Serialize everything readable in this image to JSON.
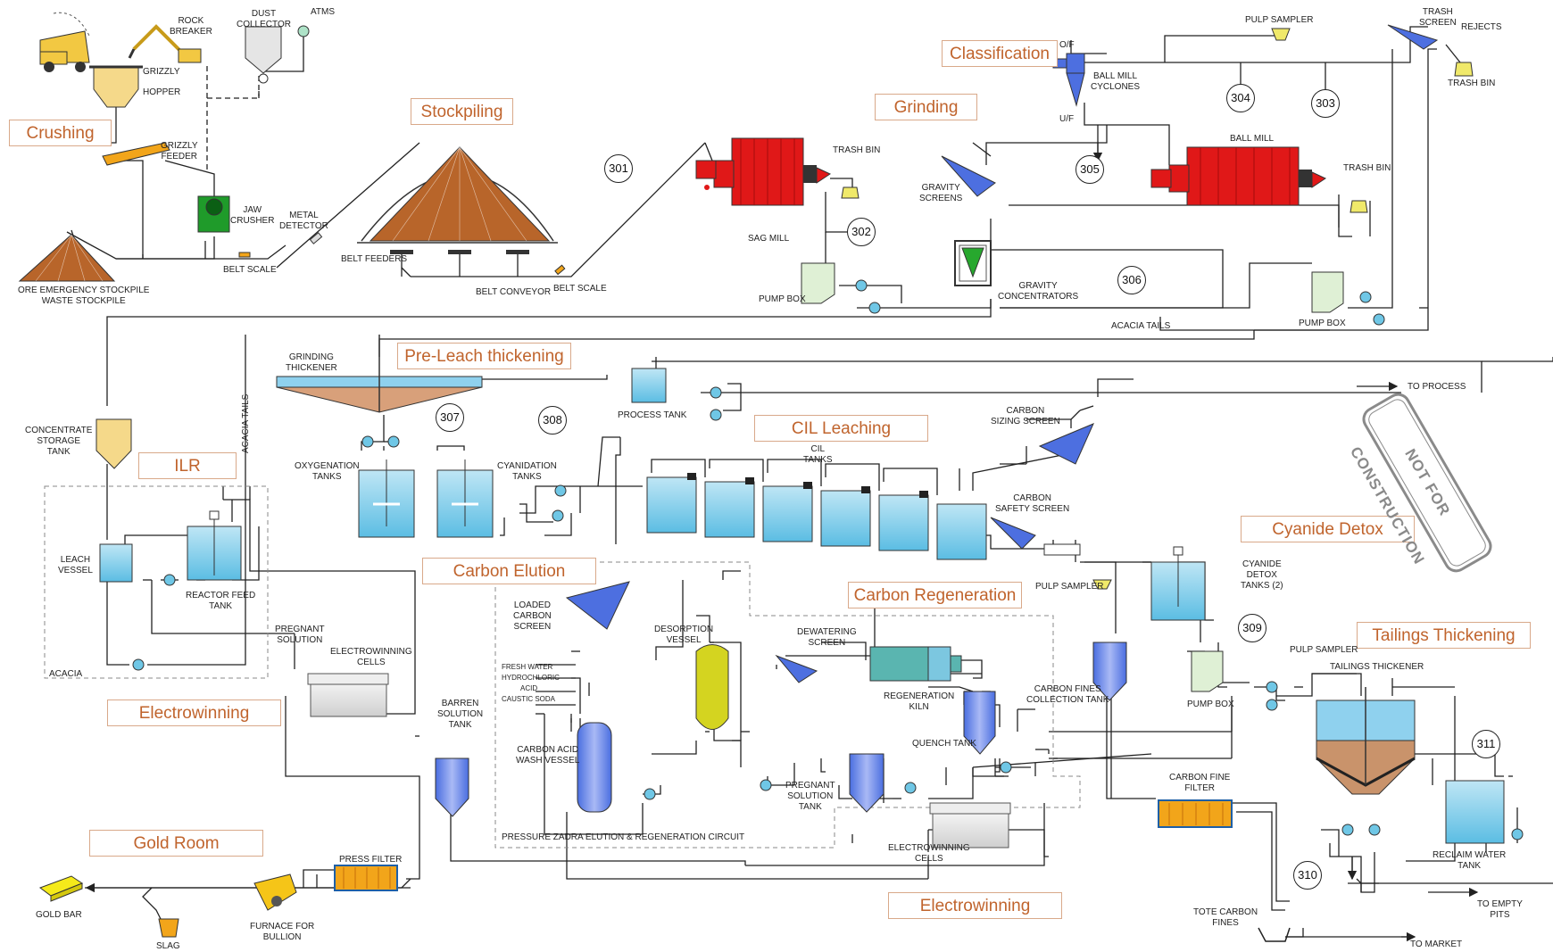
{
  "sections": {
    "crushing": "Crushing",
    "stockpiling": "Stockpiling",
    "grinding": "Grinding",
    "classification": "Classification",
    "preleach": "Pre-Leach thickening",
    "cil": "CIL Leaching",
    "ilr": "ILR",
    "carbon_elution": "Carbon Elution",
    "carbon_regen": "Carbon Regeneration",
    "cyanide_detox": "Cyanide Detox",
    "tailings": "Tailings Thickening",
    "electrowinning1": "Electrowinning",
    "electrowinning2": "Electrowinning",
    "gold_room": "Gold Room"
  },
  "labels": {
    "rock_breaker": "ROCK\nBREAKER",
    "grizzly": "GRIZZLY",
    "hopper": "HOPPER",
    "dust_collector": "DUST\nCOLLECTOR",
    "atms": "ATMS",
    "grizzly_feeder": "GRIZZLY\nFEEDER",
    "jaw_crusher": "JAW\nCRUSHER",
    "metal_detector": "METAL\nDETECTOR",
    "belt_scale_1": "BELT SCALE",
    "ore_stockpile": "ORE EMERGENCY STOCKPILE\nWASTE STOCKPILE",
    "belt_feeders": "BELT FEEDERS",
    "belt_conveyor": "BELT CONVEYOR",
    "belt_scale_2": "BELT SCALE",
    "sag_mill": "SAG MILL",
    "trash_bin_1": "TRASH BIN",
    "pump_box_1": "PUMP BOX",
    "gravity_screens": "GRAVITY\nSCREENS",
    "gravity_concentrators": "GRAVITY\nCONCENTRATORS",
    "ball_mill_cyclones": "BALL MILL\nCYCLONES",
    "of": "O/F",
    "uf": "U/F",
    "ball_mill": "BALL MILL",
    "trash_bin_2": "TRASH BIN",
    "pump_box_2": "PUMP BOX",
    "acacia_tails_h": "ACACIA TAILS",
    "pulp_sampler_1": "PULP SAMPLER",
    "trash_screen": "TRASH\nSCREEN",
    "rejects": "REJECTS",
    "trash_bin_3": "TRASH BIN",
    "grinding_thickener": "GRINDING\nTHICKENER",
    "process_tank": "PROCESS TANK",
    "to_process": "TO PROCESS",
    "concentrate_storage": "CONCENTRATE\nSTORAGE\nTANK",
    "acacia_tails_v": "ACACIA TAILS",
    "oxygenation_tanks": "OXYGENATION\nTANKS",
    "cyanidation_tanks": "CYANIDATION\nTANKS",
    "cil_tanks": "CIL\nTANKS",
    "carbon_sizing_screen": "CARBON\nSIZING SCREEN",
    "carbon_safety_screen": "CARBON\nSAFETY SCREEN",
    "pulp_sampler_2": "PULP SAMPLER",
    "cyanide_detox_tanks": "CYANIDE\nDETOX\nTANKS (2)",
    "leach_vessel": "LEACH\nVESSEL",
    "reactor_feed_tank": "REACTOR FEED\nTANK",
    "acacia": "ACACIA",
    "pregnant_solution_1": "PREGNANT\nSOLUTION",
    "electrowinning_cells_1": "ELECTROWINNING\nCELLS",
    "loaded_carbon_screen": "LOADED\nCARBON\nSCREEN",
    "fresh_water": "FRESH WATER",
    "hydrochloric": "HYDROCHLORIC",
    "acid": "ACID",
    "caustic_soda": "CAUSTIC SODA",
    "carbon_acid_wash": "CARBON ACID\nWASH VESSEL",
    "desorption_vessel": "DESORPTION\nVESSEL",
    "barren_solution_tank": "BARREN\nSOLUTION\nTANK",
    "dewatering_screen": "DEWATERING\nSCREEN",
    "regeneration_kiln": "REGENERATION\nKILN",
    "quench_tank": "QUENCH TANK",
    "pregnant_solution_tank": "PREGNANT\nSOLUTION\nTANK",
    "electrowinning_cells_2": "ELECTROWINNING\nCELLS",
    "pressure_zadra": "PRESSURE ZADRA ELUTION & REGENERATION CIRCUIT",
    "carbon_fines_collection": "CARBON FINES\nCOLLECTION TANK",
    "carbon_fine_filter": "CARBON FINE\nFILTER",
    "tote_carbon_fines": "TOTE CARBON\nFINES",
    "to_market": "TO MARKET",
    "pump_box_3": "PUMP BOX",
    "pulp_sampler_3": "PULP SAMPLER",
    "tailings_thickener": "TAILINGS THICKENER",
    "reclaim_water_tank": "RECLAIM WATER\nTANK",
    "to_empty_pits": "TO EMPTY\nPITS",
    "gold_bar": "GOLD BAR",
    "slag": "SLAG",
    "furnace": "FURNACE FOR\nBULLION",
    "press_filter": "PRESS FILTER"
  },
  "tags": [
    "301",
    "302",
    "303",
    "304",
    "305",
    "306",
    "307",
    "308",
    "309",
    "310",
    "311"
  ],
  "stamp": "NOT FOR CONSTRUCTION",
  "colors": {
    "section_text": "#c0642d",
    "section_border": "#d9a98a",
    "tank_blue": "#6fc7e6",
    "equip_blue": "#4d6fe0",
    "mill_red": "#e01818",
    "ore_brown": "#b8652a",
    "yellow_equip": "#f5d15a",
    "kiln_teal": "#5ab5b0"
  }
}
